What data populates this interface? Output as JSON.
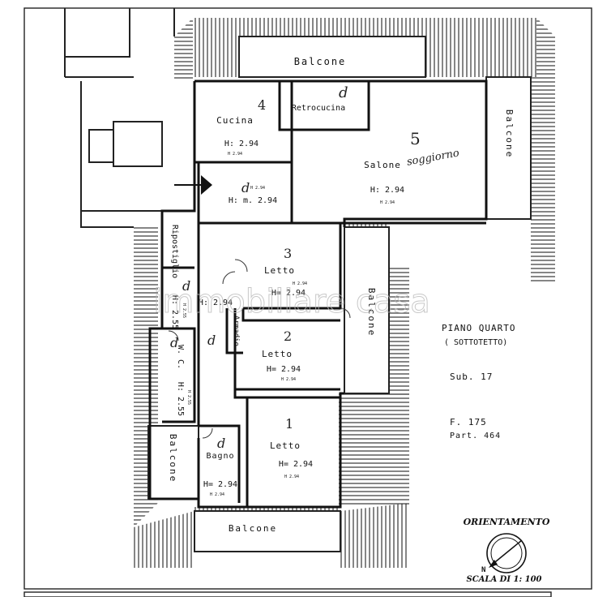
{
  "rooms": {
    "balcone_top": "Balcone",
    "balcone_right": "Balcone",
    "balcone_mid": "Balcone",
    "balcone_left": "Balcone",
    "balcone_bottom": "Balcone",
    "cucina": "Cucina",
    "cucina_h": "H: 2.94",
    "retrocucina": "Retrocucina",
    "salone": "Salone",
    "salone_h": "H: 2.94",
    "disimpegno_h": "H: m. 2.94",
    "ripostiglio": "Ripostiglio",
    "ripostiglio_h": "H: 2.55",
    "corridoio_h": "H: 2.94",
    "armadio": "Armadio",
    "letto3": "Letto",
    "letto3_h": "H= 2.94",
    "letto2": "Letto",
    "letto2_h": "H= 2.94",
    "letto1": "Letto",
    "letto1_h": "H= 2.94",
    "wc": "W. C.",
    "wc_h": "H: 2.55",
    "bagno": "Bagno",
    "bagno_h": "H= 2.94",
    "small_h294": "H 2.94",
    "small_h255": "H 2.55"
  },
  "handwritten": {
    "n4": "4",
    "n5": "5",
    "n3": "3",
    "n2": "2",
    "n1": "1",
    "d": "d",
    "salone_note": "soggiorno"
  },
  "info": {
    "piano": "PIANO QUARTO",
    "sottotetto": "( SOTTOTETTO)",
    "sub": "Sub. 17",
    "foglio": "F. 175",
    "particella": "Part. 464"
  },
  "compass": {
    "title": "ORIENTAMENTO",
    "north": "N"
  },
  "scale": "SCALA DI 1: 100",
  "watermark": "immobiliare casa"
}
